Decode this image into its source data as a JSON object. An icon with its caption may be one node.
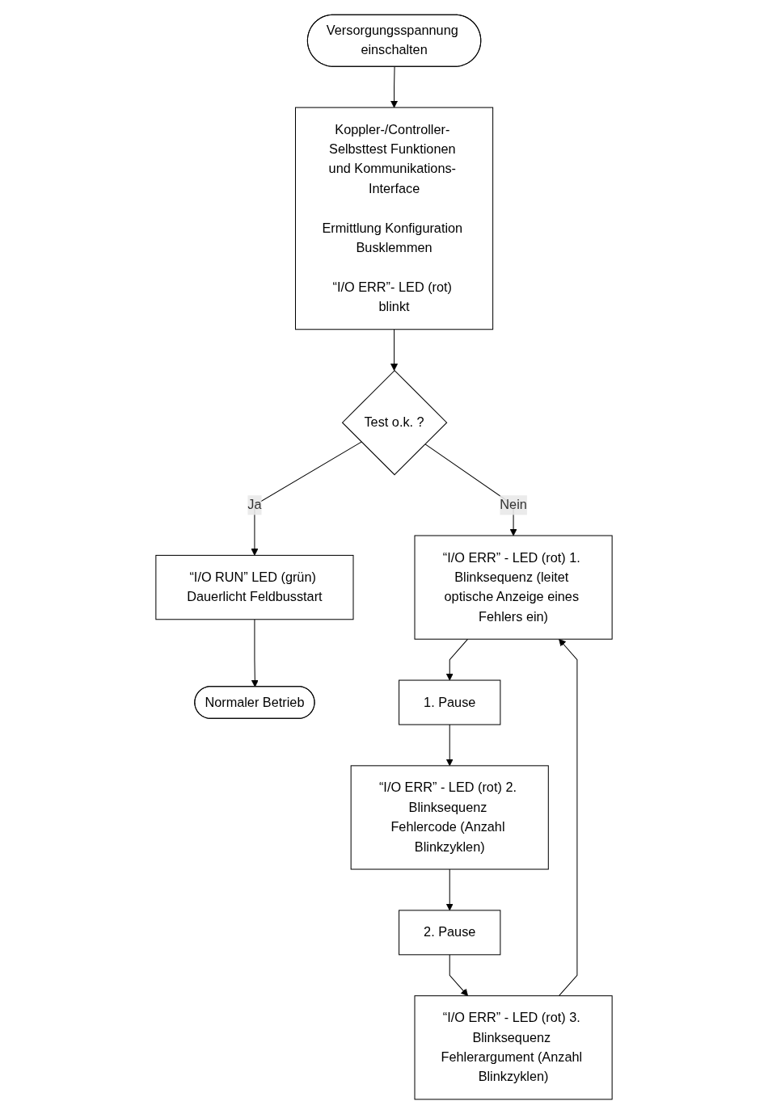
{
  "diagram": {
    "nodes": [
      {
        "text": [
          "Versorgungsspannung einschalten"
        ]
      },
      {
        "text": [
          "Koppler-/Controller- Selbsttest Funktionen und Kommunikations- Interface",
          "Ermittlung Konfiguration Busklemmen",
          "“I/O ERR”- LED (rot) blinkt"
        ]
      },
      {
        "text": [
          "Test o.k. ?"
        ]
      },
      {
        "text": [
          "“I/O RUN” LED (grün) Dauerlicht Feldbusstart"
        ]
      },
      {
        "text": [
          "“I/O ERR” - LED (rot) 1. Blinksequenz (leitet optische Anzeige eines Fehlers ein)"
        ]
      },
      {
        "text": [
          "1. Pause"
        ]
      },
      {
        "text": [
          "“I/O ERR” - LED (rot) 2. Blinksequenz Fehlercode (Anzahl Blinkzyklen)"
        ]
      },
      {
        "text": [
          "2. Pause"
        ]
      },
      {
        "text": [
          "“I/O ERR” - LED (rot) 3. Blinksequenz Fehlerargument (Anzahl Blinkzyklen)"
        ]
      },
      {
        "text": [
          "Normaler Betrieb"
        ]
      }
    ],
    "edges": [
      {
        "from": 0,
        "to": 1,
        "arrow": "to"
      },
      {
        "from": 1,
        "to": 2,
        "arrow": "to"
      },
      {
        "from": 2,
        "to": 3,
        "label": "Ja",
        "arrow": "to"
      },
      {
        "from": 2,
        "to": 4,
        "label": "Nein",
        "arrow": "to"
      },
      {
        "from": 4,
        "to": 5,
        "arrow": "to"
      },
      {
        "from": 5,
        "to": 6,
        "arrow": "to"
      },
      {
        "from": 6,
        "to": 7,
        "arrow": "to"
      },
      {
        "from": 7,
        "to": 8,
        "arrow": "to"
      },
      {
        "from": 8,
        "to": 4,
        "arrow": "to"
      },
      {
        "from": 3,
        "to": 9,
        "arrow": "to"
      }
    ]
  }
}
